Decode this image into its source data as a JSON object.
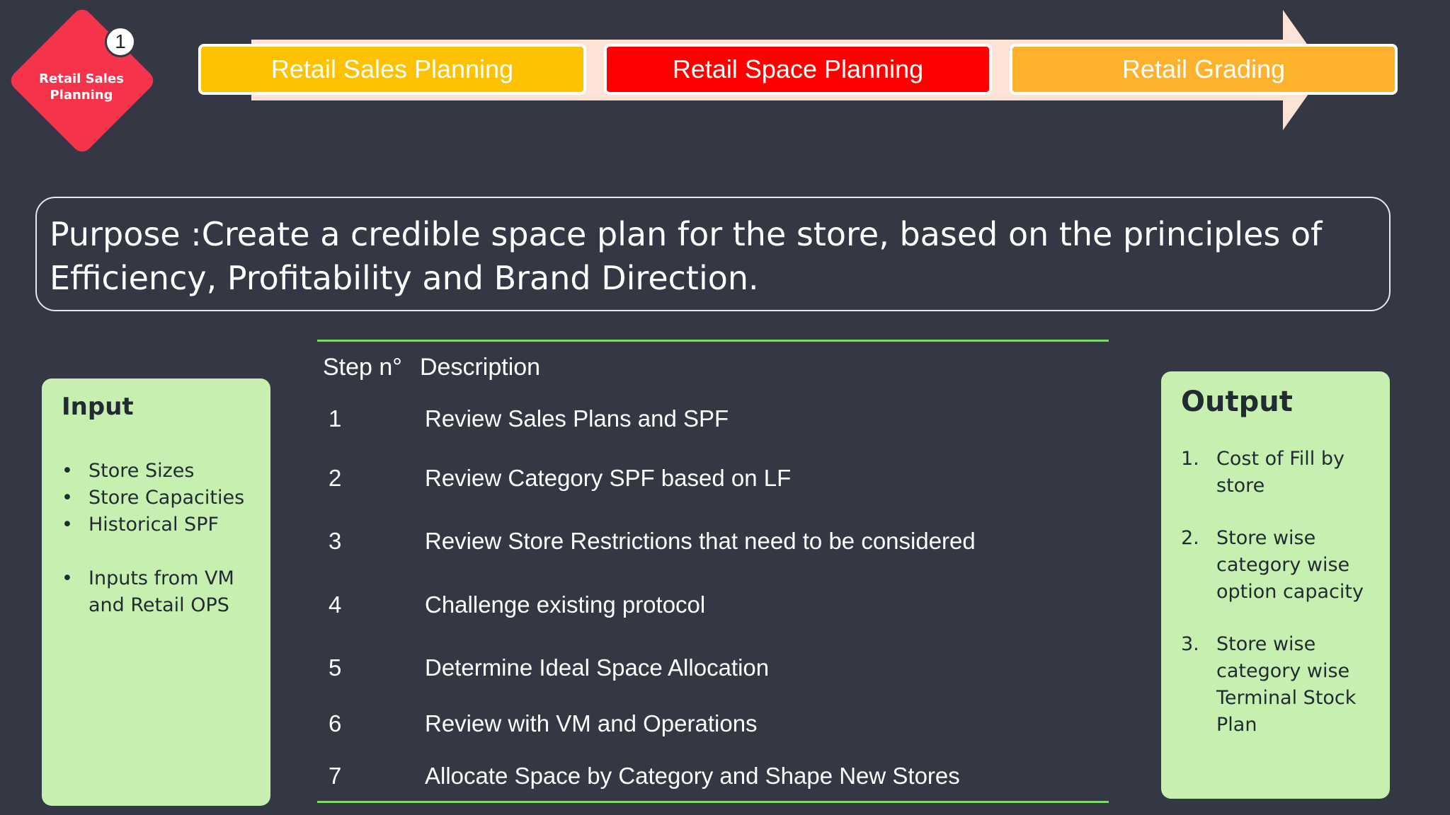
{
  "badge": {
    "number": "1",
    "label": "Retail Sales Planning",
    "color": "#f5334b"
  },
  "process": {
    "stages": [
      {
        "label": "Retail Sales Planning",
        "color": "#fcc200"
      },
      {
        "label": "Retail Space Planning",
        "color": "#ff0000"
      },
      {
        "label": "Retail Grading",
        "color": "#fdb22e"
      }
    ]
  },
  "purpose": {
    "text": "Purpose :Create a credible space plan for the store, based on the principles of Efficiency, Profitability and Brand Direction."
  },
  "input": {
    "title": "Input",
    "items": [
      "Store Sizes",
      "Store Capacities",
      "Historical SPF",
      "Inputs from VM and Retail OPS"
    ]
  },
  "steps": {
    "header_step": "Step n°",
    "header_description": "Description",
    "rows": [
      {
        "num": "1",
        "description": "Review Sales Plans and SPF"
      },
      {
        "num": "2",
        "description": "Review Category SPF based on LF"
      },
      {
        "num": "3",
        "description": "Review Store Restrictions that need to be considered"
      },
      {
        "num": "4",
        "description": "Challenge existing protocol"
      },
      {
        "num": "5",
        "description": "Determine Ideal Space Allocation"
      },
      {
        "num": "6",
        "description": "Review with VM and Operations"
      },
      {
        "num": "7",
        "description": "Allocate Space by Category and Shape New Stores"
      }
    ]
  },
  "output": {
    "title": "Output",
    "items": [
      {
        "num": "1.",
        "text": "Cost of Fill  by store"
      },
      {
        "num": "2.",
        "text": "Store wise category wise option capacity"
      },
      {
        "num": "3.",
        "text": "Store wise category wise Terminal Stock Plan"
      }
    ]
  },
  "colors": {
    "background": "#333844",
    "panel": "#c6efb0",
    "rule": "#7ed96d"
  }
}
